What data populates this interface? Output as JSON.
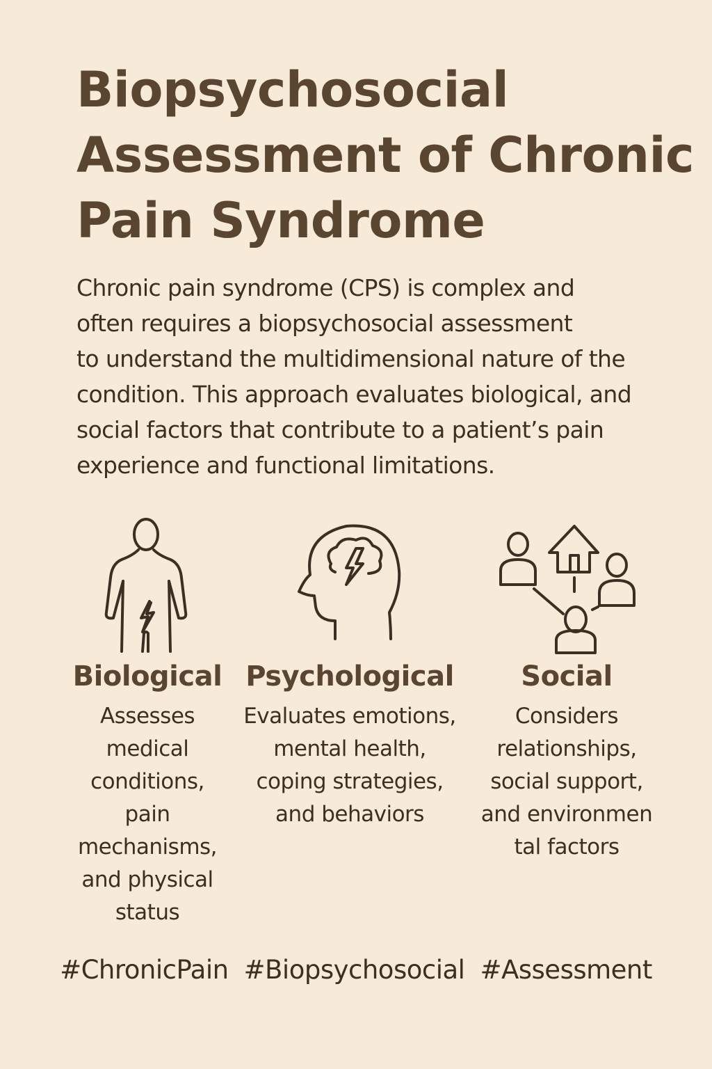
{
  "title": {
    "lines": [
      "Biopsychosocial",
      "Assessment of Chronic",
      "Pain Syndrome"
    ]
  },
  "intro": {
    "lines": [
      "Chronic pain syndrome (CPS) is complex and",
      "often requires a biopsychosocial assessment",
      "to understand the multidimensional nature of the",
      "condition. This approach evaluates biological, and",
      "social factors that contribute to a patient’s pain",
      "experience and functional limitations."
    ]
  },
  "columns": [
    {
      "icon": "human-body-pain-icon",
      "heading": "Biological",
      "lines": [
        "Assesses",
        "medical",
        "conditions,",
        "pain",
        "mechanisms,",
        "and physical",
        "status"
      ]
    },
    {
      "icon": "head-storm-cloud-icon",
      "heading": "Psychological",
      "lines": [
        "Evaluates emotions,",
        "mental health,",
        "coping strategies,",
        "and behaviors"
      ]
    },
    {
      "icon": "people-house-network-icon",
      "heading": "Social",
      "lines": [
        "Considers",
        "relationships,",
        "social support,",
        "and environmen",
        "tal factors"
      ]
    }
  ],
  "hashtags": [
    "#ChronicPain",
    "#Biopsychosocial",
    "#Assessment"
  ],
  "colors": {
    "background": "#f8ead8",
    "heading": "#5a4530",
    "text": "#3b2f22",
    "icon_stroke": "#3a2f22"
  }
}
